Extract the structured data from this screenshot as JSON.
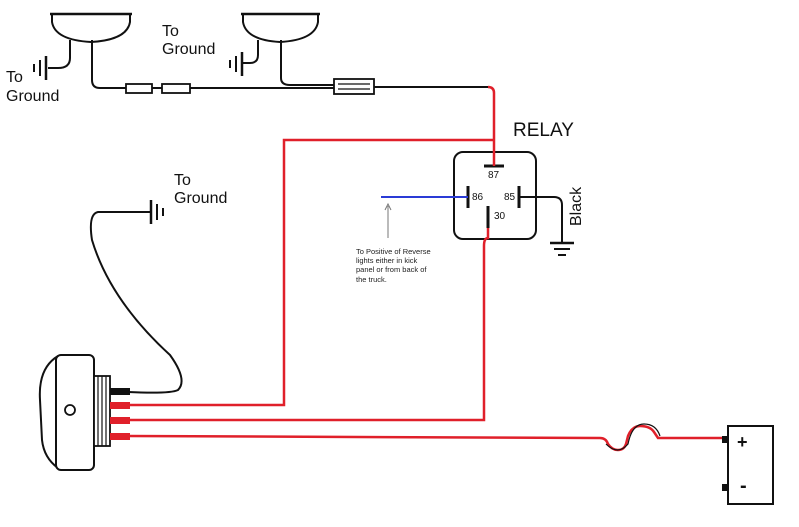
{
  "labels": {
    "ground_left": [
      "To",
      "Ground"
    ],
    "ground_mid": [
      "To",
      "Ground"
    ],
    "ground_switch": [
      "To",
      "Ground"
    ],
    "relay_title": "RELAY",
    "pin_87": "87",
    "pin_86": "86",
    "pin_85": "85",
    "pin_30": "30",
    "black": "Black",
    "note": [
      "To Positive of Reverse",
      "lights either in kick",
      "panel or from back of",
      "the truck."
    ],
    "battery_plus": "+",
    "battery_minus": "-"
  },
  "colors": {
    "wire_black": "#111111",
    "wire_red": "#e0202a",
    "wire_blue": "#2a3bd6",
    "note_arrow": "#777777"
  },
  "components": {
    "lights": [
      "light-left",
      "light-right"
    ],
    "fuses": [
      "inline-fuse-1",
      "inline-fuse-2",
      "inline-fuse-3",
      "battery-fuse"
    ],
    "relay": "relay",
    "switch": "rocker-switch",
    "battery": "battery"
  }
}
